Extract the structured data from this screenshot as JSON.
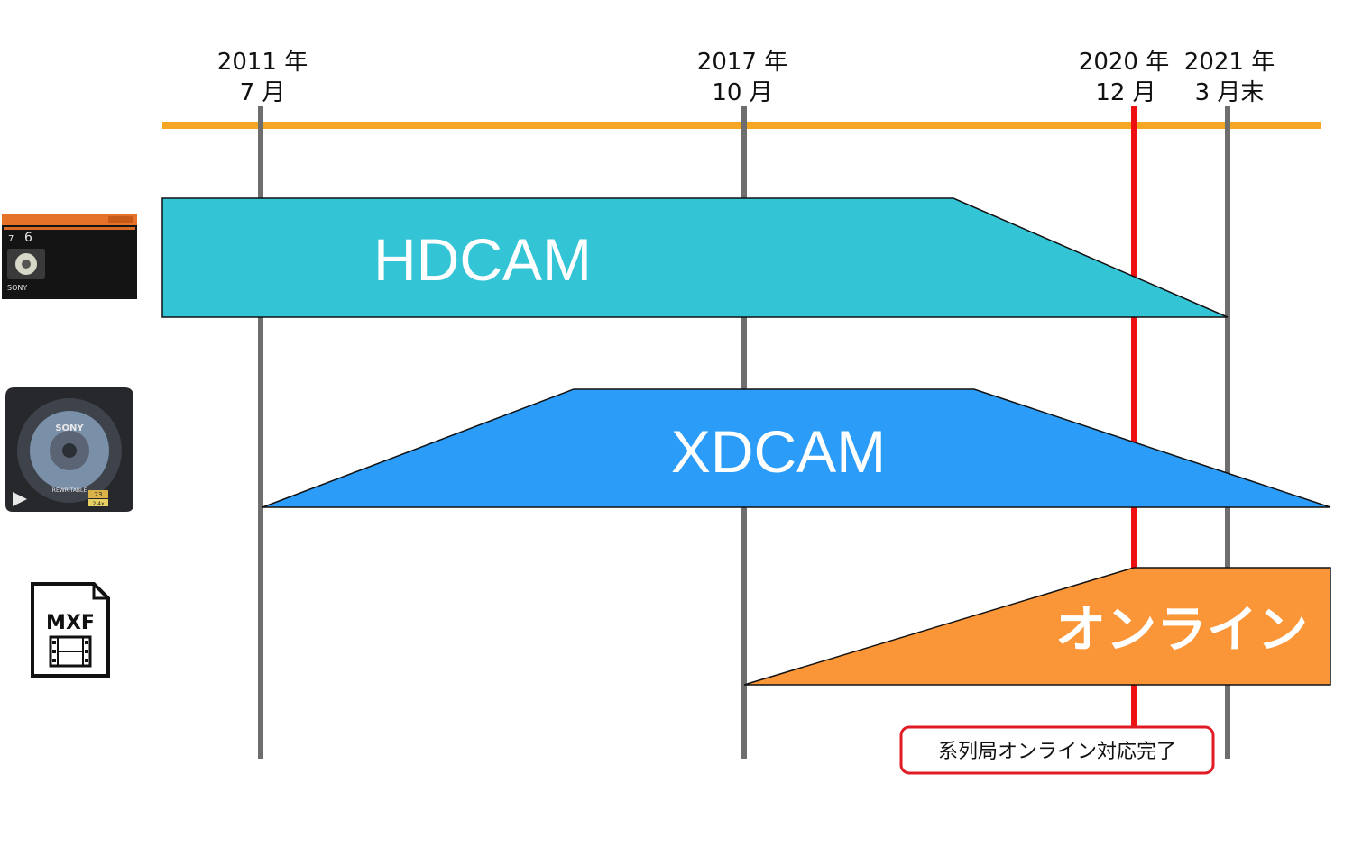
{
  "timeline": {
    "markers": [
      {
        "year": "2011 年",
        "month": "7 月"
      },
      {
        "year": "2017 年",
        "month": "10 月"
      },
      {
        "year": "2020 年",
        "month": "12 月"
      },
      {
        "year": "2021 年",
        "month": "3 月末"
      }
    ],
    "colors": {
      "axis": "#f5a623",
      "gridline": "#6e6e6e",
      "highlight": "#ee1111"
    }
  },
  "bands": [
    {
      "label": "HDCAM",
      "color": "#33c5d6",
      "icon": "hdcam-cassette-icon"
    },
    {
      "label": "XDCAM",
      "color": "#2b9cf7",
      "icon": "xdcam-disc-icon"
    },
    {
      "label": "オンライン",
      "color": "#fb9638",
      "icon": "mxf-file-icon"
    }
  ],
  "callout": {
    "text": "系列局オンライン対応完了",
    "border_color": "#e01b24"
  },
  "icons": {
    "hdcam": {
      "brand": "SONY",
      "counter_a": "7",
      "counter_b": "6"
    },
    "xdcam": {
      "brand": "SONY",
      "caption": "REWRITABLE",
      "capacity": "23",
      "speed": "2.4x"
    },
    "mxf": {
      "label": "MXF"
    }
  }
}
